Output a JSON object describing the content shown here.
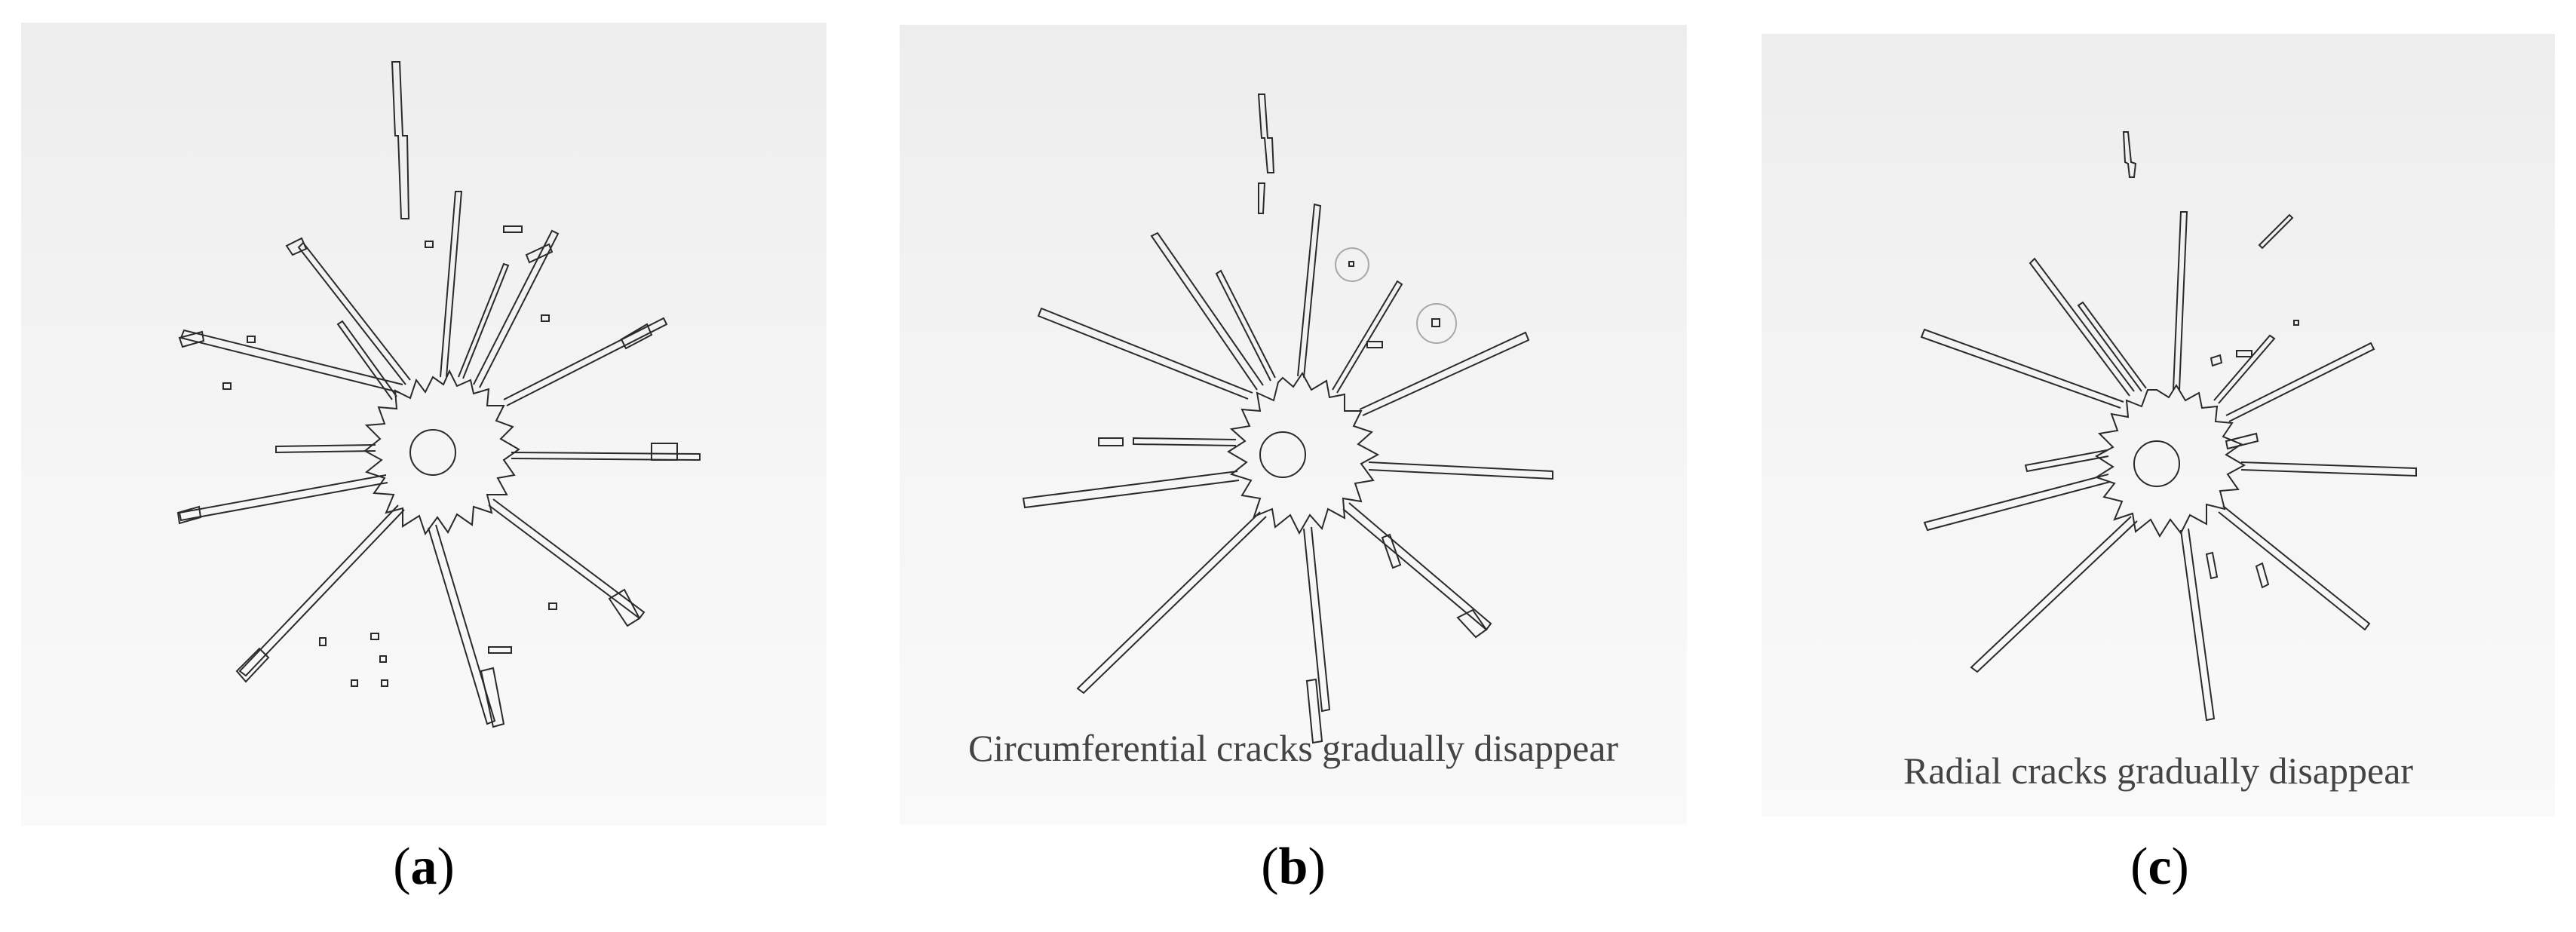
{
  "panels": [
    {
      "id": "a",
      "label": "a",
      "caption": ""
    },
    {
      "id": "b",
      "label": "b",
      "caption": "Circumferential cracks gradually disappear"
    },
    {
      "id": "c",
      "label": "c",
      "caption": "Radial cracks gradually disappear"
    }
  ],
  "colors": {
    "crack": "#2a2a2a",
    "highlight_circle": "#a8a8a8",
    "panel_bg": "#f2f2f2"
  }
}
